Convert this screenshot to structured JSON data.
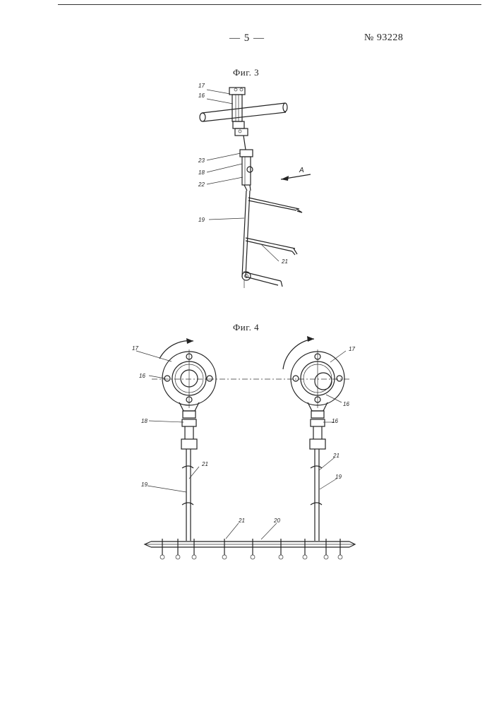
{
  "header": {
    "page_number": "— 5 —",
    "patent_number": "№ 93228"
  },
  "figure3": {
    "caption": "Фиг. 3",
    "labels": {
      "l17": "17",
      "l16": "16",
      "l23": "23",
      "l18": "18",
      "l22": "22",
      "l19": "19",
      "l21": "21",
      "arrow_a": "A"
    }
  },
  "figure4": {
    "caption": "Фиг. 4",
    "labels": {
      "left_17": "17",
      "left_16": "16",
      "left_18": "18",
      "left_21": "21",
      "left_19": "19",
      "right_17": "17",
      "right_16a": "16",
      "right_16b": "16",
      "right_21": "21",
      "right_19": "19",
      "bar_21": "21",
      "bar_20": "20"
    }
  }
}
